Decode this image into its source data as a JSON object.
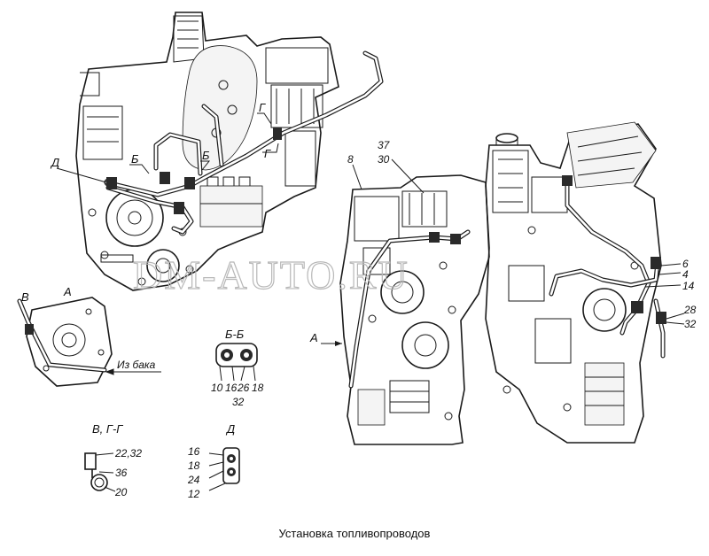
{
  "caption": "Установка топливопроводов",
  "watermark": "DM-AUTO.RU",
  "views": {
    "a": "А",
    "b_b": "Б-Б",
    "v_g_g": "В, Г-Г",
    "d": "Д"
  },
  "callouts": {
    "d_main": "Д",
    "b1": "Б",
    "b2": "Б",
    "g1": "Г",
    "g2": "Г",
    "v": "В",
    "arrow_a": "А",
    "from_tank": "Из бака"
  },
  "part_numbers": {
    "n8": "8",
    "n37": "37",
    "n30": "30",
    "n6": "6",
    "n4": "4",
    "n14": "14",
    "n28": "28",
    "n32a": "32",
    "bb_10": "10",
    "bb_16": "16",
    "bb_26": "26",
    "bb_18": "18",
    "bb_32": "32",
    "vg_22_32": "22,32",
    "vg_36": "36",
    "vg_20": "20",
    "d_16": "16",
    "d_18": "18",
    "d_24": "24",
    "d_12": "12"
  }
}
